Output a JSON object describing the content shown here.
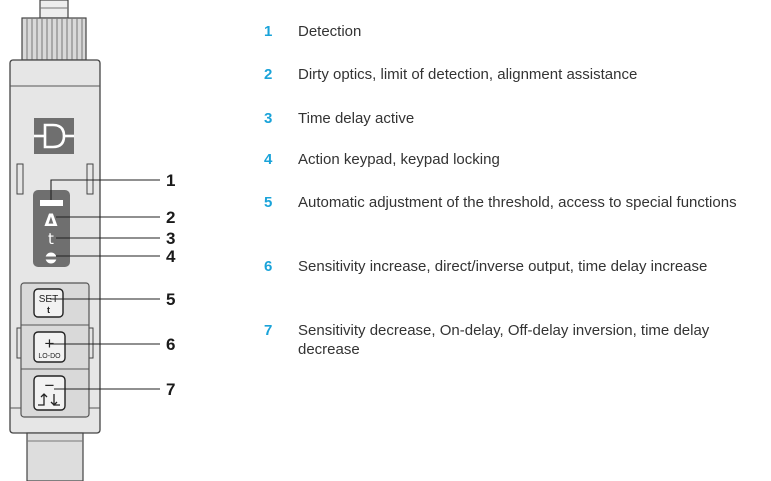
{
  "colors": {
    "legend_number": "#1aa3d9",
    "housing": "#e6e6e6",
    "display_panel": "#6f6f6f",
    "logo_block": "#6f6f6f",
    "display_icon": "#ffffff"
  },
  "device": {
    "logo_icon": "proximity-sensor-logo-icon",
    "display_symbols": {
      "detection": "▬",
      "dirty_optics": "Δ",
      "time_delay": "t",
      "keypad_lock": "lock-icon"
    },
    "keys": {
      "set_label": "SET",
      "set_sub": "t",
      "plus_label": "+",
      "plus_sub": "LO-DO",
      "minus_label": "−"
    },
    "callouts": [
      "1",
      "2",
      "3",
      "4",
      "5",
      "6",
      "7"
    ]
  },
  "legend": [
    {
      "number": "1",
      "text": "Detection"
    },
    {
      "number": "2",
      "text": "Dirty optics, limit of detection, alignment assistance"
    },
    {
      "number": "3",
      "text": "Time delay active"
    },
    {
      "number": "4",
      "text": "Action keypad, keypad locking"
    },
    {
      "number": "5",
      "text": "Automatic adjustment of the threshold, access to special functions"
    },
    {
      "number": "6",
      "text": "Sensitivity increase, direct/inverse output, time delay increase"
    },
    {
      "number": "7",
      "text": "Sensitivity decrease, On-delay, Off-delay inversion, time delay decrease"
    }
  ]
}
